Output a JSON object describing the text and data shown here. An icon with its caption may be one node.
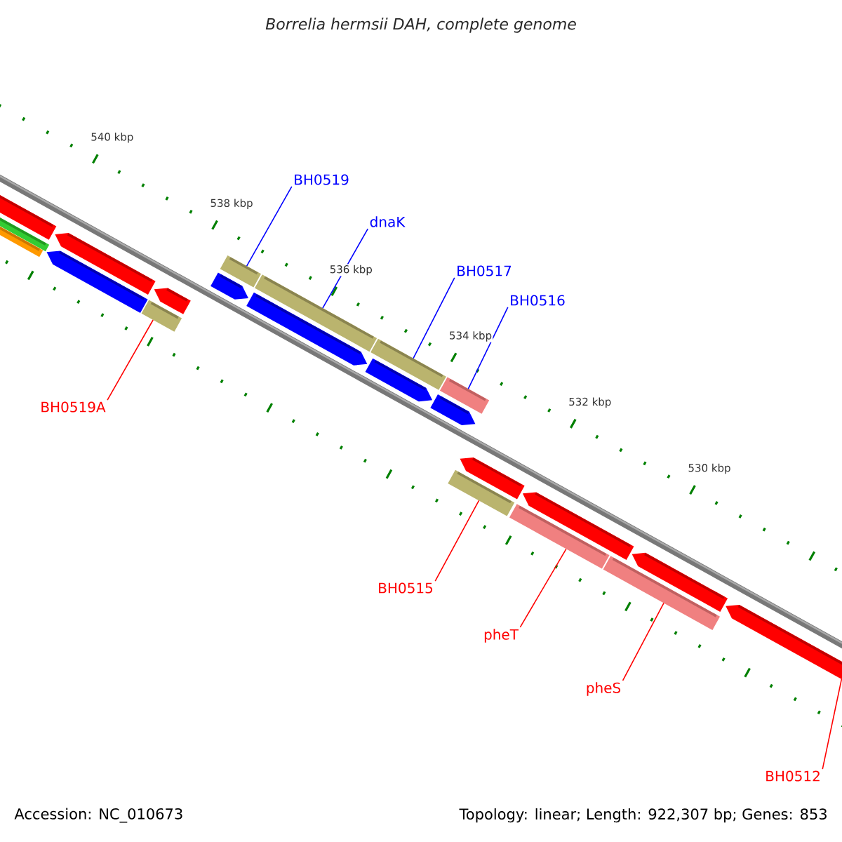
{
  "diagram": {
    "title": "Borrelia hermsii DAH, complete genome",
    "nodes": [
      {
        "text": [
          "BH0519"
        ]
      },
      {
        "text": [
          "dnaK"
        ]
      },
      {
        "text": [
          "BH0517"
        ]
      },
      {
        "text": [
          "BH0516"
        ]
      },
      {
        "text": [
          "BH0519A"
        ]
      },
      {
        "text": [
          "BH0515"
        ]
      },
      {
        "text": [
          "pheT"
        ]
      },
      {
        "text": [
          "pheS"
        ]
      },
      {
        "text": [
          "BH0512"
        ]
      },
      {
        "text": [],
        "shape": "bar"
      },
      {
        "text": [],
        "shape": "bar"
      },
      {
        "text": [],
        "shape": "bar"
      },
      {
        "text": [],
        "shape": "bar"
      },
      {
        "text": [],
        "shape": "bar"
      },
      {
        "text": [],
        "shape": "bar"
      },
      {
        "text": [],
        "shape": "bar"
      },
      {
        "text": [],
        "shape": "bar"
      },
      {
        "text": [],
        "shape": "bar"
      }
    ],
    "edges": [
      {
        "from": 0,
        "to": 10,
        "arrow": "none",
        "color": "#0000ff"
      },
      {
        "from": 1,
        "to": 11,
        "arrow": "none",
        "color": "#0000ff"
      },
      {
        "from": 2,
        "to": 12,
        "arrow": "none",
        "color": "#0000ff"
      },
      {
        "from": 3,
        "to": 13,
        "arrow": "none",
        "color": "#0000ff"
      },
      {
        "from": 4,
        "to": 9,
        "arrow": "none"
      },
      {
        "from": 5,
        "to": 14,
        "arrow": "none"
      },
      {
        "from": 6,
        "to": 15,
        "arrow": "none"
      },
      {
        "from": 7,
        "to": 16,
        "arrow": "none"
      },
      {
        "from": 8,
        "to": 17,
        "arrow": "none"
      }
    ],
    "labels": [
      "540 kbp",
      "538 kbp",
      "536 kbp",
      "534 kbp",
      "532 kbp",
      "530 kbp",
      "Accession: NC_010673",
      "Topology: linear; Length: 922,307 bp; Genes: 853"
    ]
  }
}
